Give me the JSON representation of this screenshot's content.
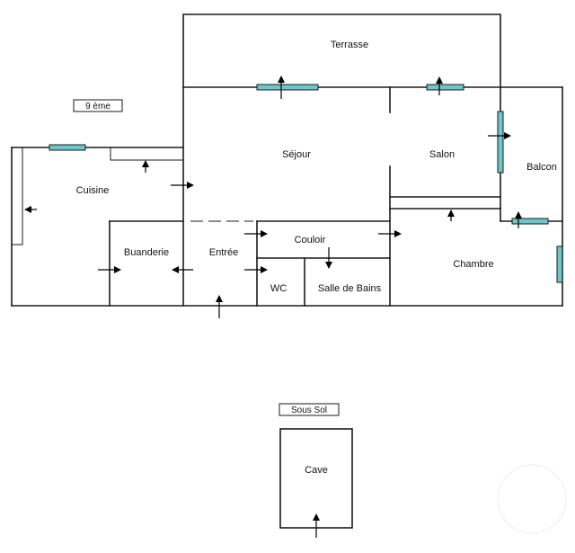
{
  "floor_tag": "9 ème",
  "basement_tag": "Sous Sol",
  "rooms": {
    "terrasse": "Terrasse",
    "sejour": "Séjour",
    "salon": "Salon",
    "balcon": "Balcon",
    "cuisine": "Cuisine",
    "buanderie": "Buanderie",
    "entree": "Entrée",
    "couloir": "Couloir",
    "wc": "WC",
    "salle_de_bains": "Salle de Bains",
    "chambre": "Chambre",
    "cave": "Cave"
  },
  "colors": {
    "window": "#6fc5cc",
    "wall": "#1a1a1a"
  }
}
